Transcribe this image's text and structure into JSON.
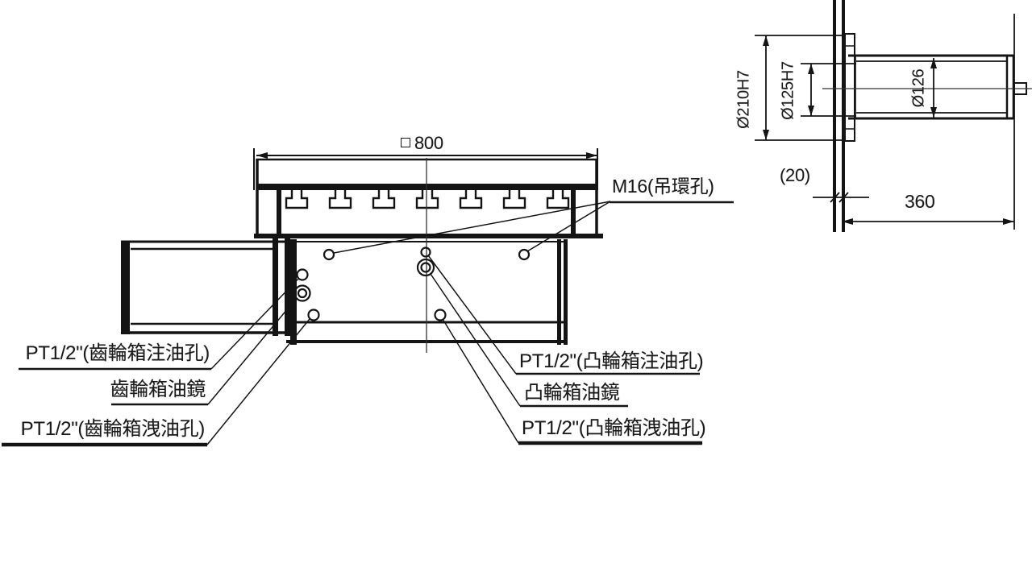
{
  "drawing": {
    "front_view": {
      "dim_table": {
        "symbol": "□",
        "value": "800"
      },
      "m16_label": "M16(吊環孔)",
      "labels_left": [
        {
          "text": "PT1/2\"(齒輪箱注油孔)"
        },
        {
          "text": "齒輪箱油鏡"
        },
        {
          "text": "PT1/2\"(齒輪箱洩油孔)"
        }
      ],
      "labels_right": [
        {
          "text": "PT1/2\"(凸輪箱注油孔)"
        },
        {
          "text": "凸輪箱油鏡"
        },
        {
          "text": "PT1/2\"(凸輪箱洩油孔)"
        }
      ]
    },
    "side_view": {
      "dim_flange_bore": "Ø210H7",
      "dim_pilot_bore": "Ø125H7",
      "dim_shaft": "Ø126",
      "dim_offset": "(20)",
      "dim_length": "360"
    },
    "line_color": "#141414",
    "background_color": "#ffffff"
  }
}
